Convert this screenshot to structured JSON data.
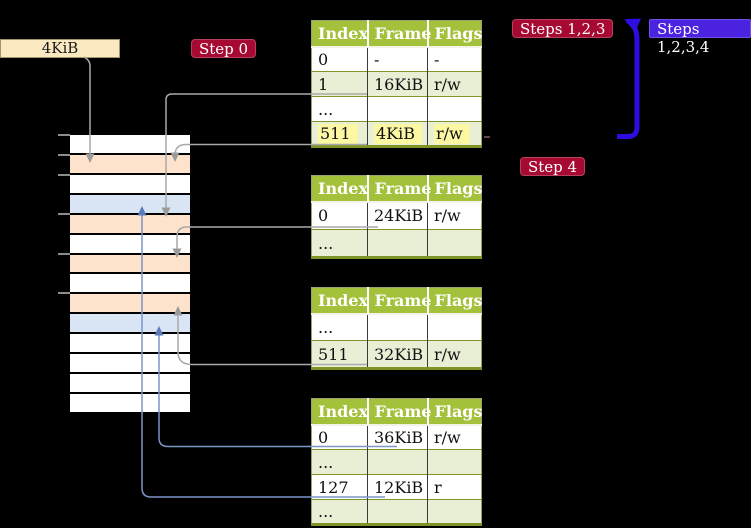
{
  "diagram_title": "page-table-walk-diagram",
  "size_label": "4KiB",
  "steps": {
    "step0": "Step 0",
    "steps123": "Steps 1,2,3",
    "steps1234": "Steps 1,2,3,4",
    "step4": "Step 4"
  },
  "memory": {
    "description": "physical memory strip, one cell per 4KiB frame, top = 0KiB",
    "row_colors": [
      "#ffffff",
      "#fde3cb",
      "#ffffff",
      "#d9e5f5",
      "#fde3cb",
      "#ffffff",
      "#fde3cb",
      "#ffffff",
      "#fde3cb",
      "#d9e5f5",
      "#ffffff",
      "#ffffff",
      "#ffffff",
      "#ffffff"
    ]
  },
  "tables": [
    {
      "id": "level-4-table",
      "headers": [
        "Index",
        "Frame",
        "Flags"
      ],
      "rows": [
        [
          "0",
          "-",
          "-"
        ],
        [
          "1",
          "16KiB",
          "r/w"
        ],
        [
          "...",
          "",
          ""
        ],
        [
          "511",
          "4KiB",
          "r/w"
        ]
      ]
    },
    {
      "id": "level-3-table",
      "headers": [
        "Index",
        "Frame",
        "Flags"
      ],
      "rows": [
        [
          "0",
          "24KiB",
          "r/w"
        ],
        [
          "...",
          "",
          ""
        ]
      ]
    },
    {
      "id": "level-2-table",
      "headers": [
        "Index",
        "Frame",
        "Flags"
      ],
      "rows": [
        [
          "...",
          "",
          ""
        ],
        [
          "511",
          "32KiB",
          "r/w"
        ]
      ]
    },
    {
      "id": "level-1-table",
      "headers": [
        "Index",
        "Frame",
        "Flags"
      ],
      "rows": [
        [
          "0",
          "36KiB",
          "r/w"
        ],
        [
          "...",
          "",
          ""
        ],
        [
          "127",
          "12KiB",
          "r"
        ],
        [
          "...",
          "",
          ""
        ]
      ]
    }
  ],
  "colors": {
    "connector_gray": "#a9a9a9",
    "arrow_gray": "#9b9b9b",
    "connector_blue": "#7b96c8",
    "arrow_blue": "#5b7ab8",
    "loop_blue": "#2d0ee0",
    "dash_mark": "#5f4a4a",
    "header_green": "#a4c13b",
    "row_green": "#e9efd5",
    "highlight_yellow": "#fbf7a2",
    "mem_peach": "#fde3cb",
    "mem_blue": "#d9e5f5",
    "label_red": "#a60a33",
    "label_blue": "#4a22df",
    "size_box_cream": "#fbe9c1"
  }
}
